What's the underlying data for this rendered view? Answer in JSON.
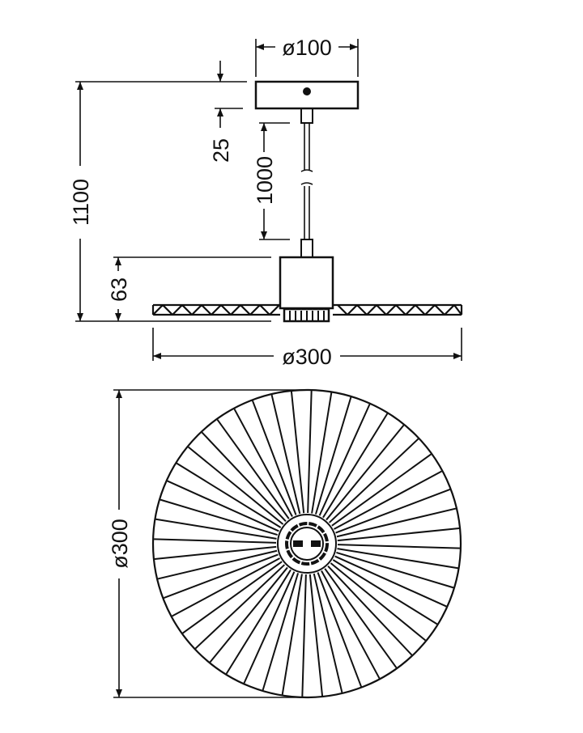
{
  "dimensions": {
    "canopy_diameter": "ø100",
    "total_height": "1100",
    "canopy_offset": "25",
    "cable_length": "1000",
    "lamp_height": "63",
    "shade_diameter_side": "ø300",
    "shade_diameter_top": "ø300"
  },
  "colors": {
    "line": "#111111",
    "background": "#ffffff"
  },
  "top_view": {
    "ray_count": 48
  }
}
